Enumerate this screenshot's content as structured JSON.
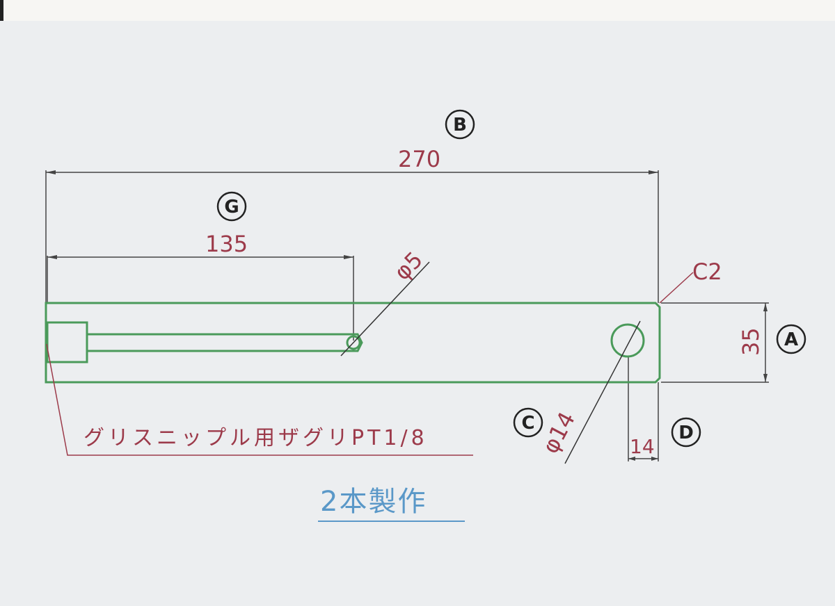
{
  "drawing": {
    "part_outline_color": "#4a9a5a",
    "dimension_color": "#9c3a4a",
    "leader_color": "#333333",
    "quantity_color": "#5a98c8",
    "dimensions": {
      "overall_length": "270",
      "hole_position": "135",
      "small_hole_dia": "φ5",
      "chamfer": "C2",
      "width": "35",
      "large_hole_dia": "φ14",
      "edge_distance": "14"
    },
    "callouts": {
      "a": "A",
      "b": "B",
      "c": "C",
      "d": "D",
      "g": "G"
    },
    "note": "グリスニップル用ザグリPT1/8",
    "quantity": "2本製作"
  }
}
